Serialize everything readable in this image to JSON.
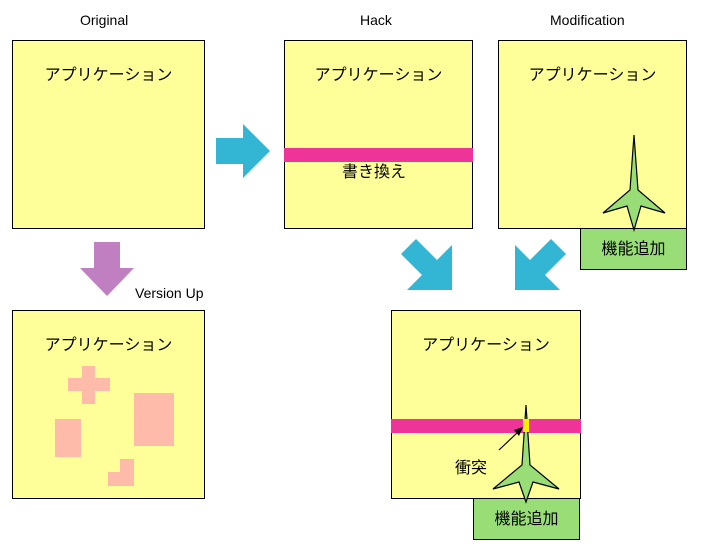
{
  "headings": {
    "original": "Original",
    "hack": "Hack",
    "modification": "Modification",
    "version_up": "Version Up"
  },
  "app_label": "アプリケーション",
  "rewrite_label": "書き換え",
  "feature_label": "機能追加",
  "conflict_label": "衝突",
  "colors": {
    "app_fill": "#ffff99",
    "hack_bar": "#ee3399",
    "feature_fill": "#99dd77",
    "patch_fill": "#ffbbaa",
    "arrow_cyan": "#33b5d4",
    "arrow_purple": "#bf7fc0",
    "conflict_mark": "#ffee00"
  }
}
